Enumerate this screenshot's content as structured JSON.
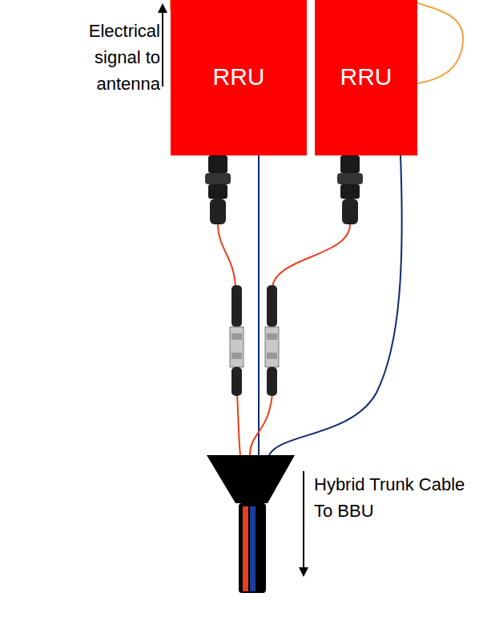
{
  "diagram": {
    "nodes": [
      {
        "text": [
          "RRU"
        ]
      },
      {
        "text": [
          "RRU"
        ]
      }
    ],
    "labels": [
      "Electrical signal to antenna",
      "Hybrid Trunk Cable To BBU"
    ]
  }
}
